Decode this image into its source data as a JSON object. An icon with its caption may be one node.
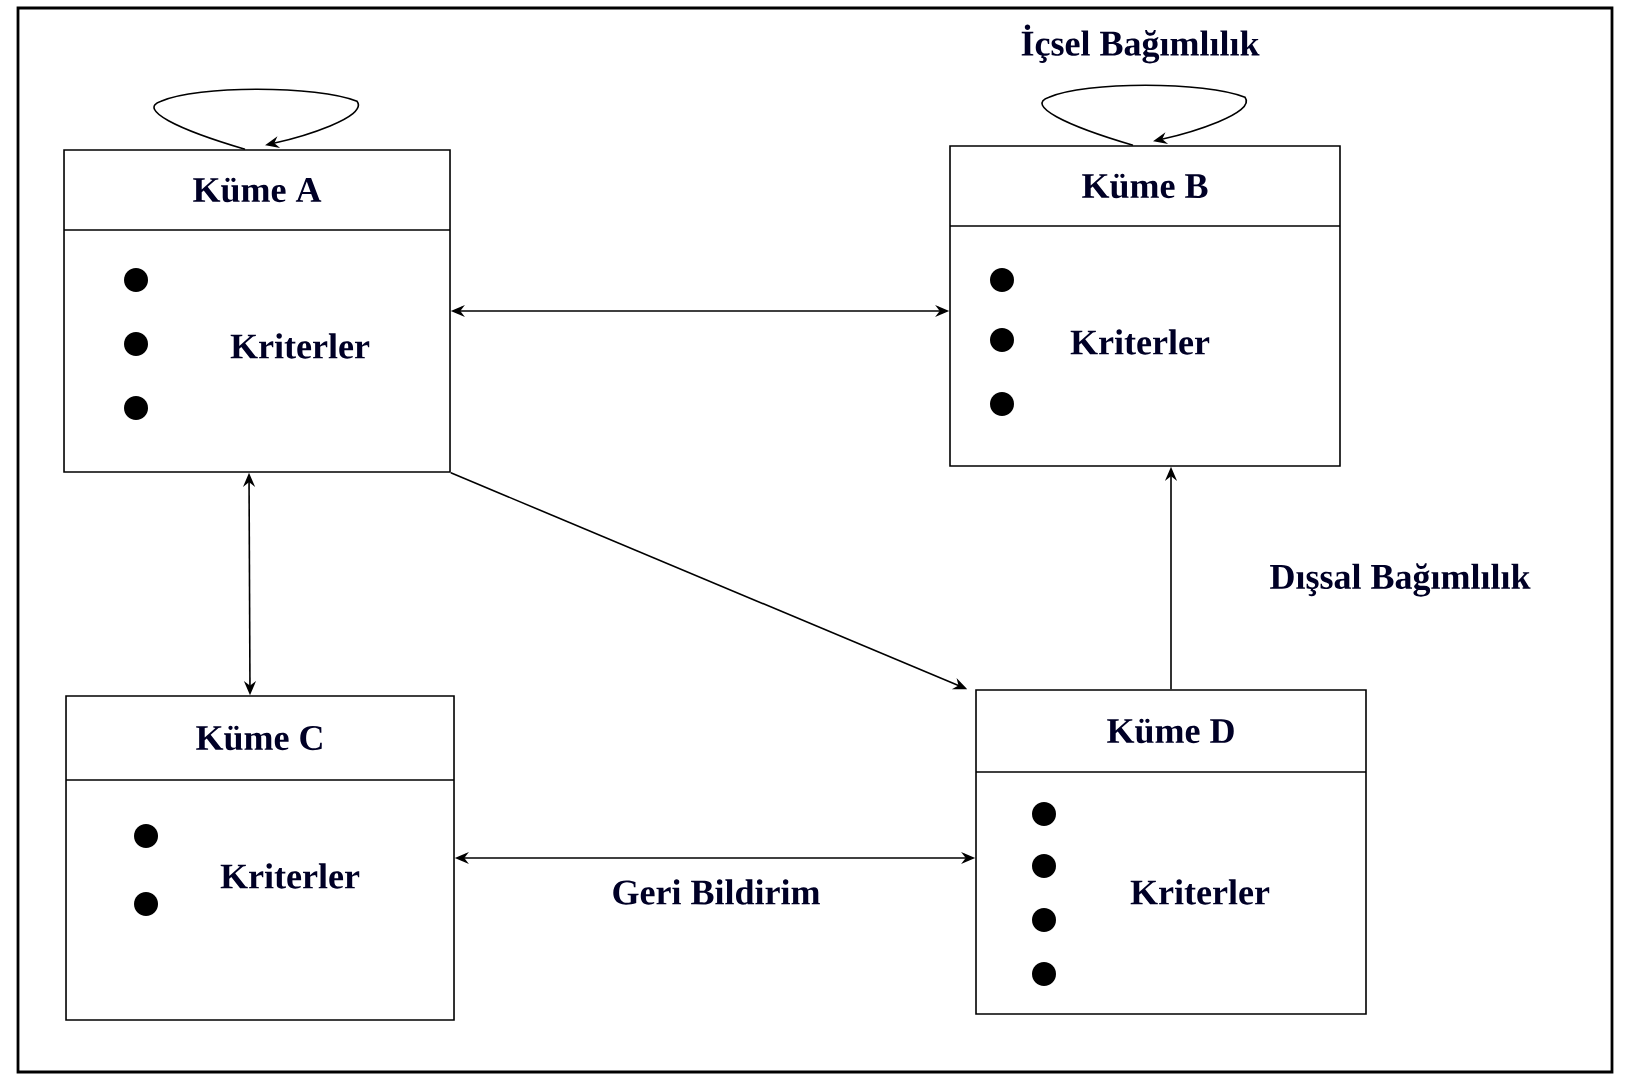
{
  "diagram": {
    "nodes": [
      {
        "text": [
          "Küme A",
          "Kriterler"
        ]
      },
      {
        "text": [
          "Küme B",
          "Kriterler"
        ]
      },
      {
        "text": [
          "Küme C",
          "Kriterler"
        ]
      },
      {
        "text": [
          "Küme D",
          "Kriterler"
        ]
      }
    ],
    "edges": [
      {
        "from": 0,
        "to": 0,
        "arrow": "to"
      },
      {
        "from": 1,
        "to": 1,
        "arrow": "to",
        "label": "İçsel Bağımlılık"
      },
      {
        "from": 0,
        "to": 1,
        "arrow": "both"
      },
      {
        "from": 0,
        "to": 2,
        "arrow": "both"
      },
      {
        "from": 0,
        "to": 3,
        "arrow": "to"
      },
      {
        "from": 3,
        "to": 1,
        "arrow": "to",
        "label": "Dışsal Bağımlılık"
      },
      {
        "from": 2,
        "to": 3,
        "arrow": "both",
        "label": "Geri Bildirim"
      }
    ]
  }
}
